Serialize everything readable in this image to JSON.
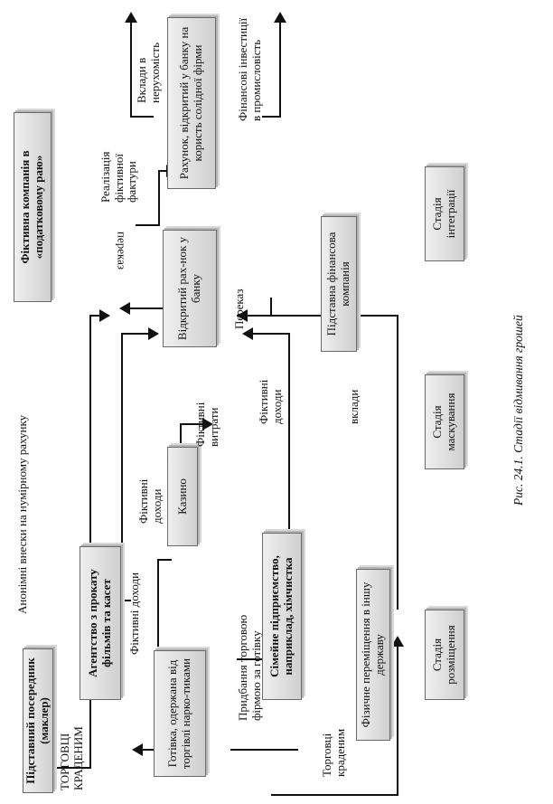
{
  "caption": "Рис. 24.1. Стадії відмивання грошей",
  "nodes": {
    "broker": "Підставний посередник (маклер)",
    "stolen_trade_top": "ТОРГОВЦІ КРАДЕНИМ",
    "cash_drugs": "Готівка, одержана від торгівлі нарко-тиками",
    "film_agency": "Агентство з прокату фільмів та касет",
    "fictitious_income_1": "Фіктивні доходи",
    "purchase_firm": "Придбання торговою фірмою за готівку",
    "family_business": "Сімейне підприємство, наприклад, хімчистка",
    "stolen_trade_bottom": "Торговці краденим",
    "physical_move": "Фізичне переміщення в іншу державу",
    "anonymous_deposits": "Анонімні внески на нумірному рахунку",
    "fictitious_income_2": "Фіктивні доходи",
    "casino": "Казино",
    "fictitious_expenses": "Фіктивні витрати",
    "fictitious_income_3": "Фіктивні доходи",
    "deposits": "вклади",
    "bank_account": "Відкритий рах-нок у банку",
    "transfer_right": "Переказ",
    "transfer_left": "переказ",
    "shell_finance": "Підставна фінансова компанія",
    "offshore_company": "Фіктивна компанія в «податковому раю»",
    "invoice": "Реалізація фіктивної фактури",
    "solid_account": "Рахунок, відкритий у банку на користь солідної фірми",
    "real_estate": "Вклади в нерухомість",
    "industry_invest": "Фінансові інвестиції в промисловість",
    "stage_placement": "Стадія розміщення",
    "stage_layering": "Стадія маскування",
    "stage_integration": "Стадія інтеграції"
  }
}
